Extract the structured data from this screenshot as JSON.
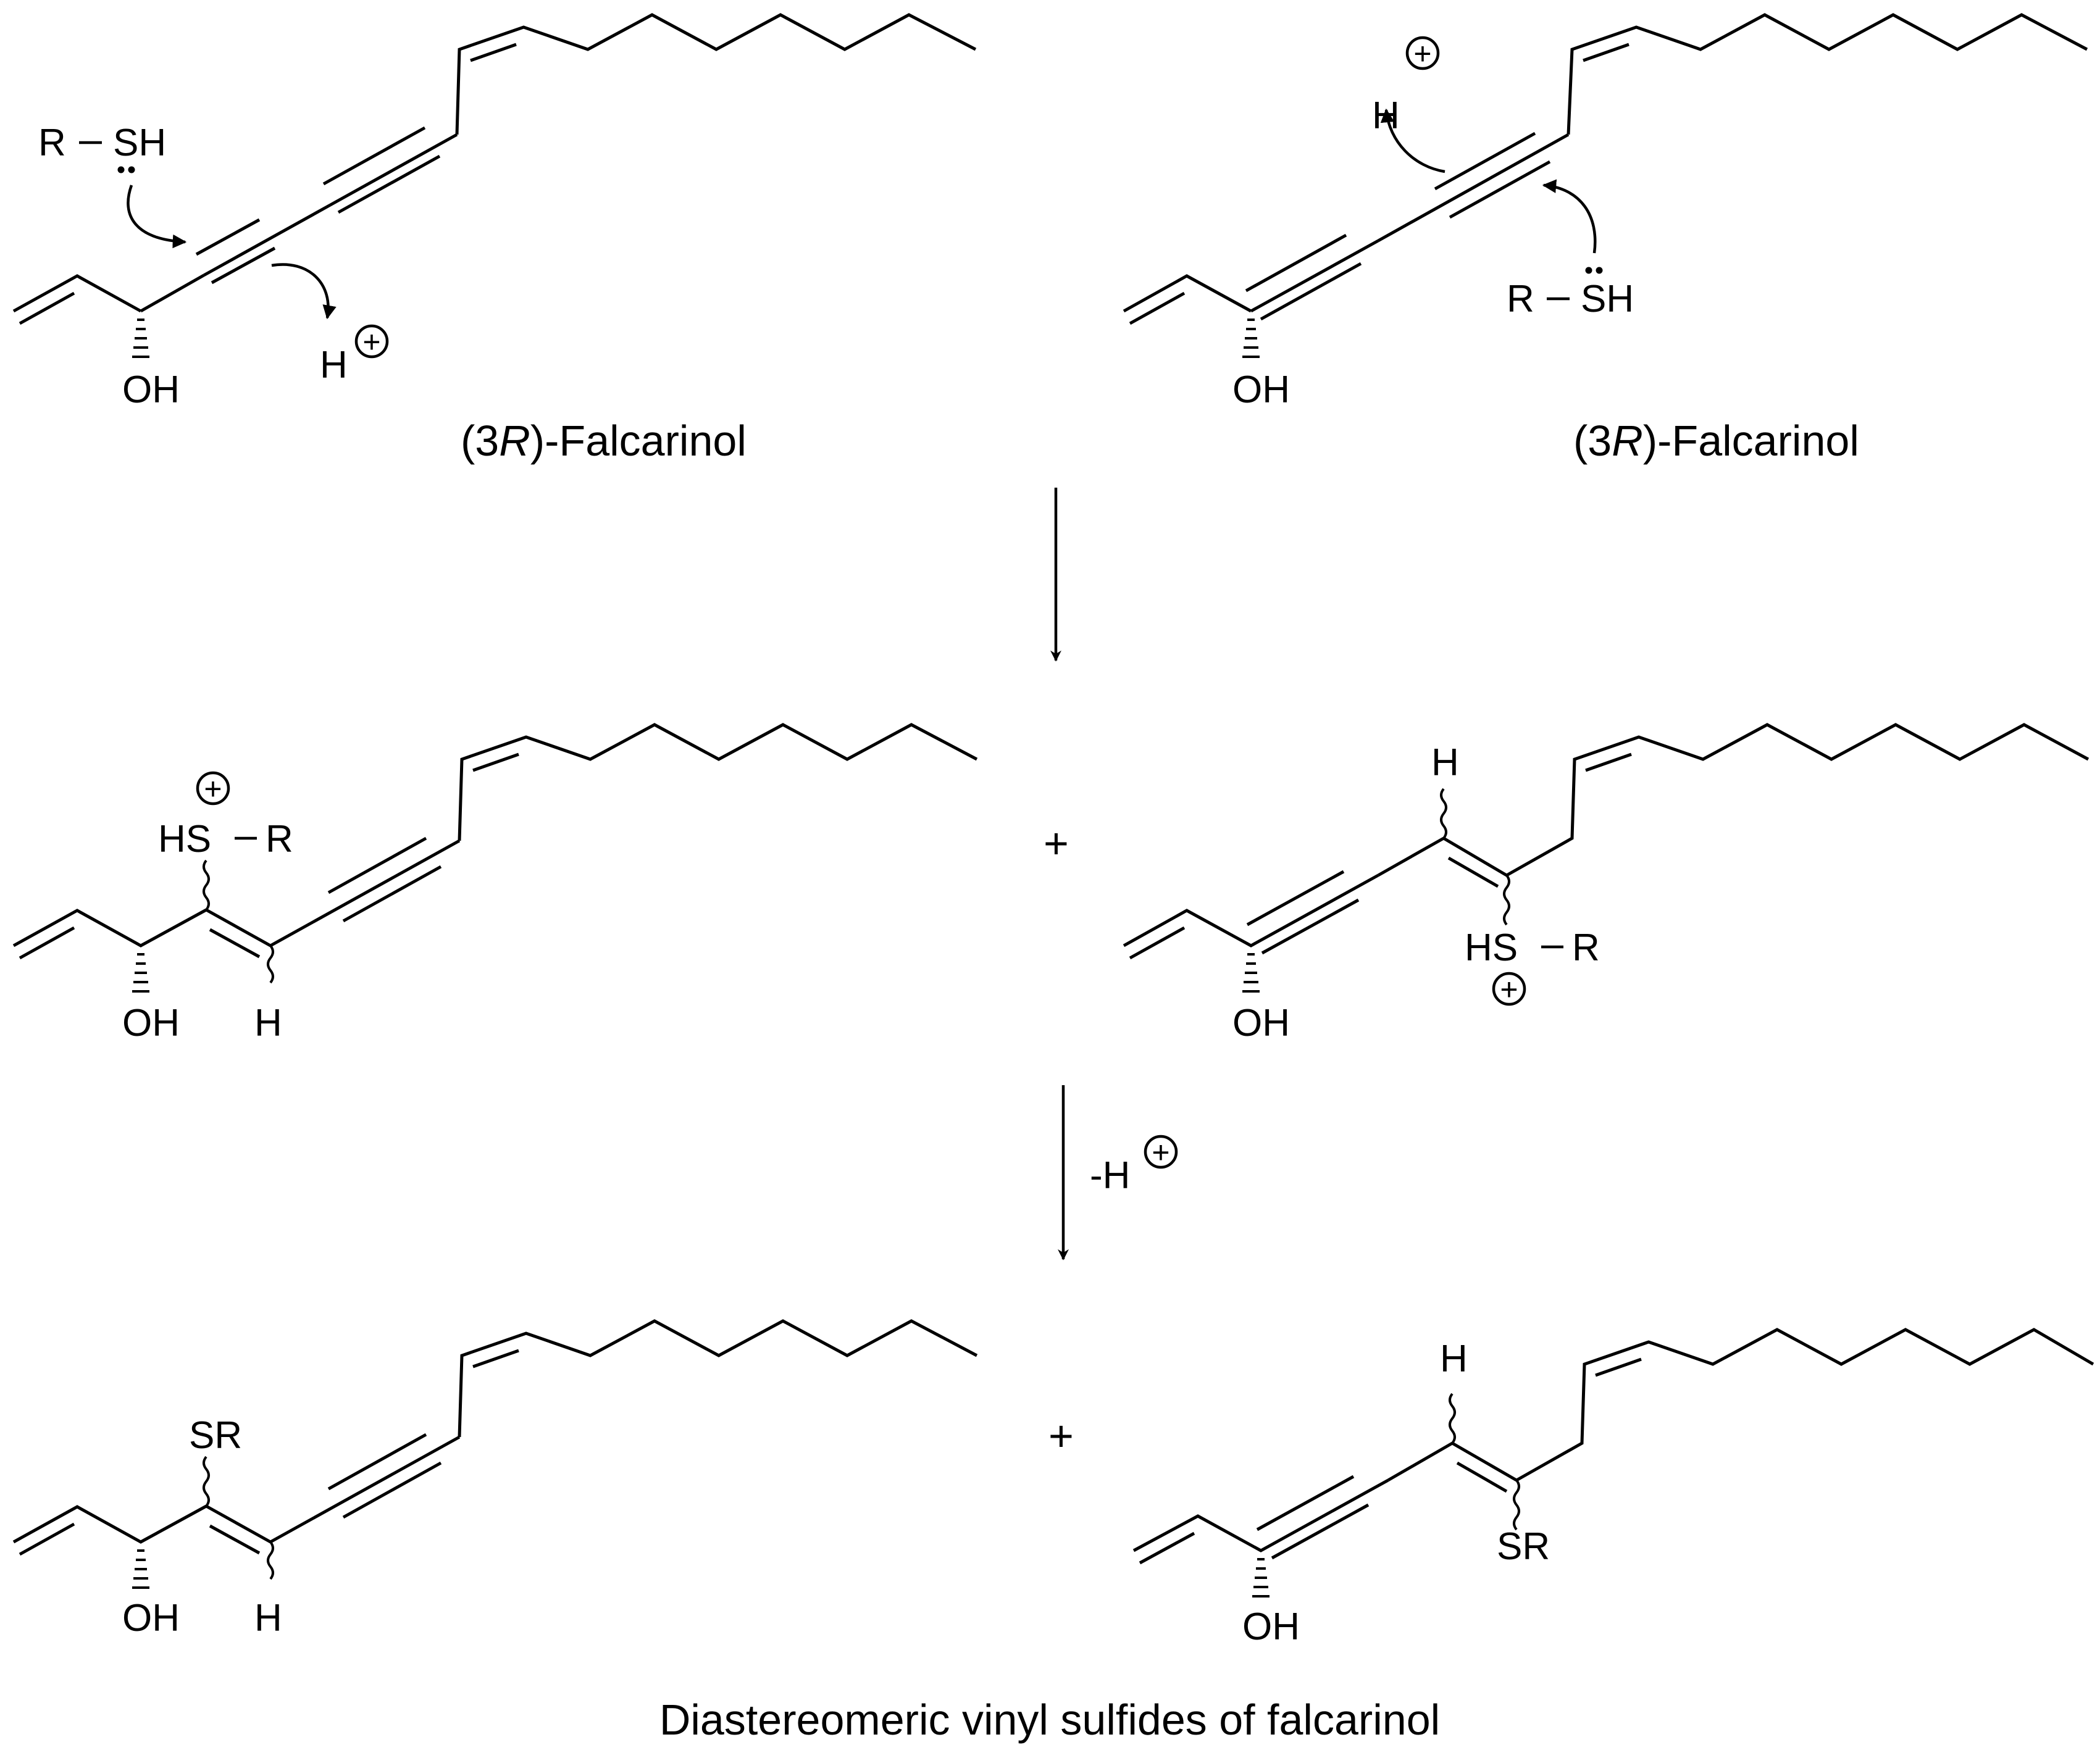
{
  "scheme": {
    "title": "Diastereomeric vinyl sulfides of falcarinol",
    "reactant_name_left": "(3R)-Falcarinol",
    "reactant_name_right": "(3R)-Falcarinol",
    "step2_reagent": "-H",
    "plus_sign": "+"
  },
  "atoms": {
    "oh": "OH",
    "h": "H",
    "r": "R",
    "sh": "SH",
    "hs": "HS",
    "sr": "SR",
    "s": "S",
    "plus": "+"
  },
  "figure_name_parts": {
    "prefix": "(3",
    "italic": "R",
    "suffix": ")-Falcarinol"
  }
}
